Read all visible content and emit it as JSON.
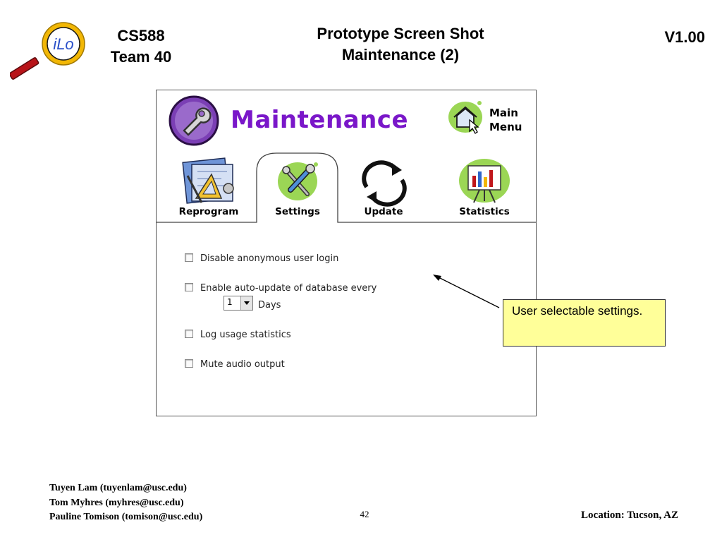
{
  "header": {
    "logo_text": "iLo",
    "course": "CS588",
    "team": "Team 40",
    "title_line1": "Prototype Screen Shot",
    "title_line2": "Maintenance (2)",
    "version": "V1.00"
  },
  "app": {
    "title": "Maintenance",
    "main_menu_label": "Main\nMenu",
    "tabs": [
      {
        "label": "Reprogram",
        "icon": "blueprint-icon"
      },
      {
        "label": "Settings",
        "icon": "tools-icon",
        "active": true
      },
      {
        "label": "Update",
        "icon": "refresh-icon"
      },
      {
        "label": "Statistics",
        "icon": "bar-chart-easel-icon"
      }
    ],
    "settings": {
      "disable_anon": {
        "label": "Disable anonymous user login",
        "checked": false
      },
      "auto_update": {
        "label": "Enable auto-update of database every",
        "checked": false
      },
      "interval_value": "1",
      "interval_unit": "Days",
      "log_usage": {
        "label": "Log usage statistics",
        "checked": false
      },
      "mute_audio": {
        "label": "Mute audio output",
        "checked": false
      }
    }
  },
  "callout": {
    "text": "User selectable settings."
  },
  "footer": {
    "authors": [
      "Tuyen Lam (tuyenlam@usc.edu)",
      "Tom Myhres (myhres@usc.edu)",
      "Pauline Tomison (tomison@usc.edu)"
    ],
    "page_number": "42",
    "location": "Location:  Tucson, AZ"
  },
  "colors": {
    "app_title": "#7a17c9",
    "callout_bg": "#ffff99",
    "logo_ring": "#f2b705",
    "logo_handle": "#c0161b"
  }
}
